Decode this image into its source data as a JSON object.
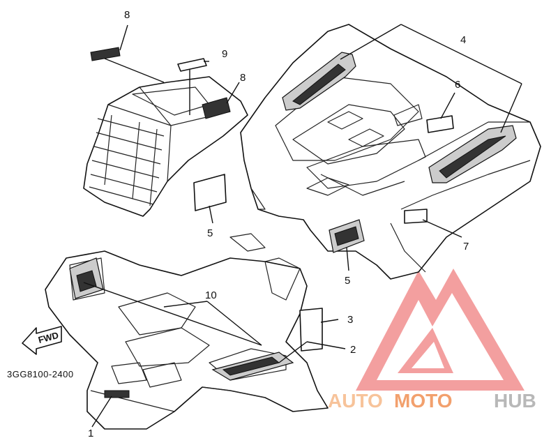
{
  "callouts": {
    "c1": "1",
    "c2": "2",
    "c3": "3",
    "c4": "4",
    "c5a": "5",
    "c5b": "5",
    "c6": "6",
    "c7": "7",
    "c8a": "8",
    "c8b": "8",
    "c9": "9",
    "c10": "10"
  },
  "part_code": "3GG8100-2400",
  "fwd_label": "FWD",
  "watermark": {
    "auto": "AUTO",
    "moto": "MOTO",
    "hub": "HUB",
    "logo_color": "#f08080"
  },
  "colors": {
    "line": "#111111",
    "background": "#ffffff"
  }
}
